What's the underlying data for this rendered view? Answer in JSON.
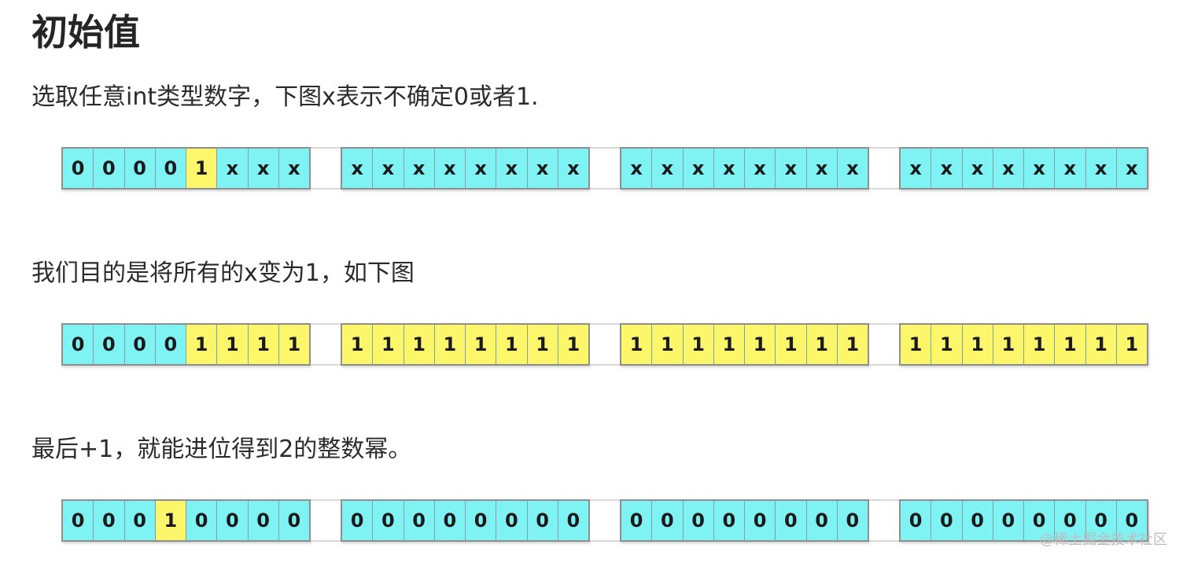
{
  "title": "初始值",
  "paragraphs": [
    "选取任意int类型数字，下图x表示不确定0或者1.",
    "我们目的是将所有的x变为1，如下图",
    "最后+1，就能进位得到2的整数幂。"
  ],
  "colors": {
    "cyan_cell": "#7ff2f4",
    "yellow_cell": "#fbf66a"
  },
  "rows": [
    {
      "bytes": [
        [
          {
            "v": "0",
            "c": "cyan"
          },
          {
            "v": "0",
            "c": "cyan"
          },
          {
            "v": "0",
            "c": "cyan"
          },
          {
            "v": "0",
            "c": "cyan"
          },
          {
            "v": "1",
            "c": "yellow"
          },
          {
            "v": "x",
            "c": "cyan"
          },
          {
            "v": "x",
            "c": "cyan"
          },
          {
            "v": "x",
            "c": "cyan"
          }
        ],
        [
          {
            "v": "x",
            "c": "cyan"
          },
          {
            "v": "x",
            "c": "cyan"
          },
          {
            "v": "x",
            "c": "cyan"
          },
          {
            "v": "x",
            "c": "cyan"
          },
          {
            "v": "x",
            "c": "cyan"
          },
          {
            "v": "x",
            "c": "cyan"
          },
          {
            "v": "x",
            "c": "cyan"
          },
          {
            "v": "x",
            "c": "cyan"
          }
        ],
        [
          {
            "v": "x",
            "c": "cyan"
          },
          {
            "v": "x",
            "c": "cyan"
          },
          {
            "v": "x",
            "c": "cyan"
          },
          {
            "v": "x",
            "c": "cyan"
          },
          {
            "v": "x",
            "c": "cyan"
          },
          {
            "v": "x",
            "c": "cyan"
          },
          {
            "v": "x",
            "c": "cyan"
          },
          {
            "v": "x",
            "c": "cyan"
          }
        ],
        [
          {
            "v": "x",
            "c": "cyan"
          },
          {
            "v": "x",
            "c": "cyan"
          },
          {
            "v": "x",
            "c": "cyan"
          },
          {
            "v": "x",
            "c": "cyan"
          },
          {
            "v": "x",
            "c": "cyan"
          },
          {
            "v": "x",
            "c": "cyan"
          },
          {
            "v": "x",
            "c": "cyan"
          },
          {
            "v": "x",
            "c": "cyan"
          }
        ]
      ]
    },
    {
      "bytes": [
        [
          {
            "v": "0",
            "c": "cyan"
          },
          {
            "v": "0",
            "c": "cyan"
          },
          {
            "v": "0",
            "c": "cyan"
          },
          {
            "v": "0",
            "c": "cyan"
          },
          {
            "v": "1",
            "c": "yellow"
          },
          {
            "v": "1",
            "c": "yellow"
          },
          {
            "v": "1",
            "c": "yellow"
          },
          {
            "v": "1",
            "c": "yellow"
          }
        ],
        [
          {
            "v": "1",
            "c": "yellow"
          },
          {
            "v": "1",
            "c": "yellow"
          },
          {
            "v": "1",
            "c": "yellow"
          },
          {
            "v": "1",
            "c": "yellow"
          },
          {
            "v": "1",
            "c": "yellow"
          },
          {
            "v": "1",
            "c": "yellow"
          },
          {
            "v": "1",
            "c": "yellow"
          },
          {
            "v": "1",
            "c": "yellow"
          }
        ],
        [
          {
            "v": "1",
            "c": "yellow"
          },
          {
            "v": "1",
            "c": "yellow"
          },
          {
            "v": "1",
            "c": "yellow"
          },
          {
            "v": "1",
            "c": "yellow"
          },
          {
            "v": "1",
            "c": "yellow"
          },
          {
            "v": "1",
            "c": "yellow"
          },
          {
            "v": "1",
            "c": "yellow"
          },
          {
            "v": "1",
            "c": "yellow"
          }
        ],
        [
          {
            "v": "1",
            "c": "yellow"
          },
          {
            "v": "1",
            "c": "yellow"
          },
          {
            "v": "1",
            "c": "yellow"
          },
          {
            "v": "1",
            "c": "yellow"
          },
          {
            "v": "1",
            "c": "yellow"
          },
          {
            "v": "1",
            "c": "yellow"
          },
          {
            "v": "1",
            "c": "yellow"
          },
          {
            "v": "1",
            "c": "yellow"
          }
        ]
      ]
    },
    {
      "bytes": [
        [
          {
            "v": "0",
            "c": "cyan"
          },
          {
            "v": "0",
            "c": "cyan"
          },
          {
            "v": "0",
            "c": "cyan"
          },
          {
            "v": "1",
            "c": "yellow"
          },
          {
            "v": "0",
            "c": "cyan"
          },
          {
            "v": "0",
            "c": "cyan"
          },
          {
            "v": "0",
            "c": "cyan"
          },
          {
            "v": "0",
            "c": "cyan"
          }
        ],
        [
          {
            "v": "0",
            "c": "cyan"
          },
          {
            "v": "0",
            "c": "cyan"
          },
          {
            "v": "0",
            "c": "cyan"
          },
          {
            "v": "0",
            "c": "cyan"
          },
          {
            "v": "0",
            "c": "cyan"
          },
          {
            "v": "0",
            "c": "cyan"
          },
          {
            "v": "0",
            "c": "cyan"
          },
          {
            "v": "0",
            "c": "cyan"
          }
        ],
        [
          {
            "v": "0",
            "c": "cyan"
          },
          {
            "v": "0",
            "c": "cyan"
          },
          {
            "v": "0",
            "c": "cyan"
          },
          {
            "v": "0",
            "c": "cyan"
          },
          {
            "v": "0",
            "c": "cyan"
          },
          {
            "v": "0",
            "c": "cyan"
          },
          {
            "v": "0",
            "c": "cyan"
          },
          {
            "v": "0",
            "c": "cyan"
          }
        ],
        [
          {
            "v": "0",
            "c": "cyan"
          },
          {
            "v": "0",
            "c": "cyan"
          },
          {
            "v": "0",
            "c": "cyan"
          },
          {
            "v": "0",
            "c": "cyan"
          },
          {
            "v": "0",
            "c": "cyan"
          },
          {
            "v": "0",
            "c": "cyan"
          },
          {
            "v": "0",
            "c": "cyan"
          },
          {
            "v": "0",
            "c": "cyan"
          }
        ]
      ]
    }
  ],
  "watermark": "@稀土掘金技术社区"
}
